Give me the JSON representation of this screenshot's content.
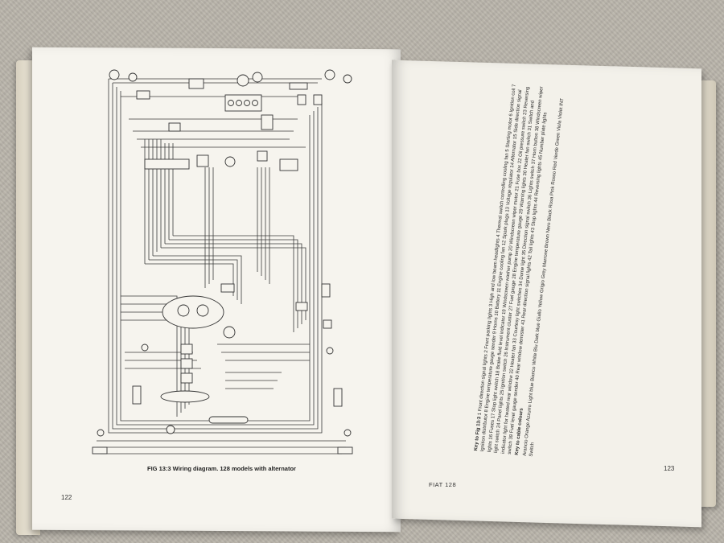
{
  "left_page": {
    "figure_caption": "FIG 13:3   Wiring diagram. 128 models with alternator",
    "page_number": "122"
  },
  "right_page": {
    "running_head": "FIAT 128",
    "page_number": "123",
    "key_title": "Key to Fig 13:3",
    "key_text": "1 Front direction signal lights   2 Front parking lights   3 High and low beam headlights   4 Thermal switch controlling cooling fan   5 Starting motor   6 Ignition coil   7 Ignition distributor   8 Engine temperature gauge sender   9 Horns   10 Battery   11 Engine cooling fan   12 Spark plugs   13 Voltage regulator   14 Alternator   15 Side direction signal lights   16 Fuses   17 Stop light switch   18 Brake fluid level indicator   19 Windscreen washer pump   20 Windscreen wiper motor   21 Fuse box   22 Oil pressure switch   23 Reversing light switch   24 Panel lights   25 Ignition switch   26 Instrument cluster   27 Fuel gauge   28 Engine temperature gauge   29 Warning lights   30 Heater fan switch   31 Switch and indicator light for heated rear window   32 Heater fan   33 Courtesy light switches   34 Dome light   35 Direction signal switch   36 Lights switch   37 Horn button   38 Windscreen wiper switch   39 Fuel level gauge sender   40 Rear window demister   41 Rear direction signal lights   42 Tail lights   43 Stop lights   44 Reversing lights   45 Number plate lights",
    "cable_colours_title": "Key to cable colours",
    "cable_colours_text": "Arancio Orange   Azzurro Light blue   Bianco White   Blu Dark blue   Giallo Yellow   Grigio Grey   Marrone Brown   Nero Black   Rosa Pink   Rosso Red   Verde Green   Viola Violet   INT Switch"
  }
}
